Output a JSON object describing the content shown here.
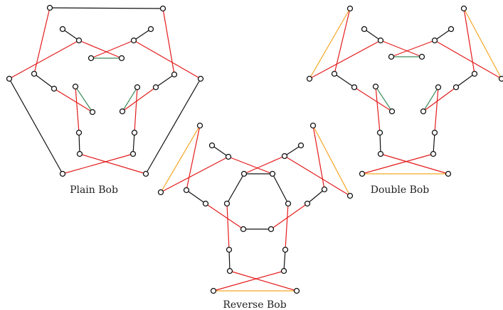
{
  "colors": {
    "black": "#111111",
    "red": "#e41b1b",
    "green": "#3b8a5a",
    "orange": "#f5a623",
    "node_fill": "#ffffff",
    "node_stroke": "#111111"
  },
  "diagrams": [
    {
      "id": "plain-bob",
      "caption": "Plain Bob"
    },
    {
      "id": "double-bob",
      "caption": "Double Bob"
    },
    {
      "id": "reverse-bob",
      "caption": "Reverse Bob"
    }
  ]
}
